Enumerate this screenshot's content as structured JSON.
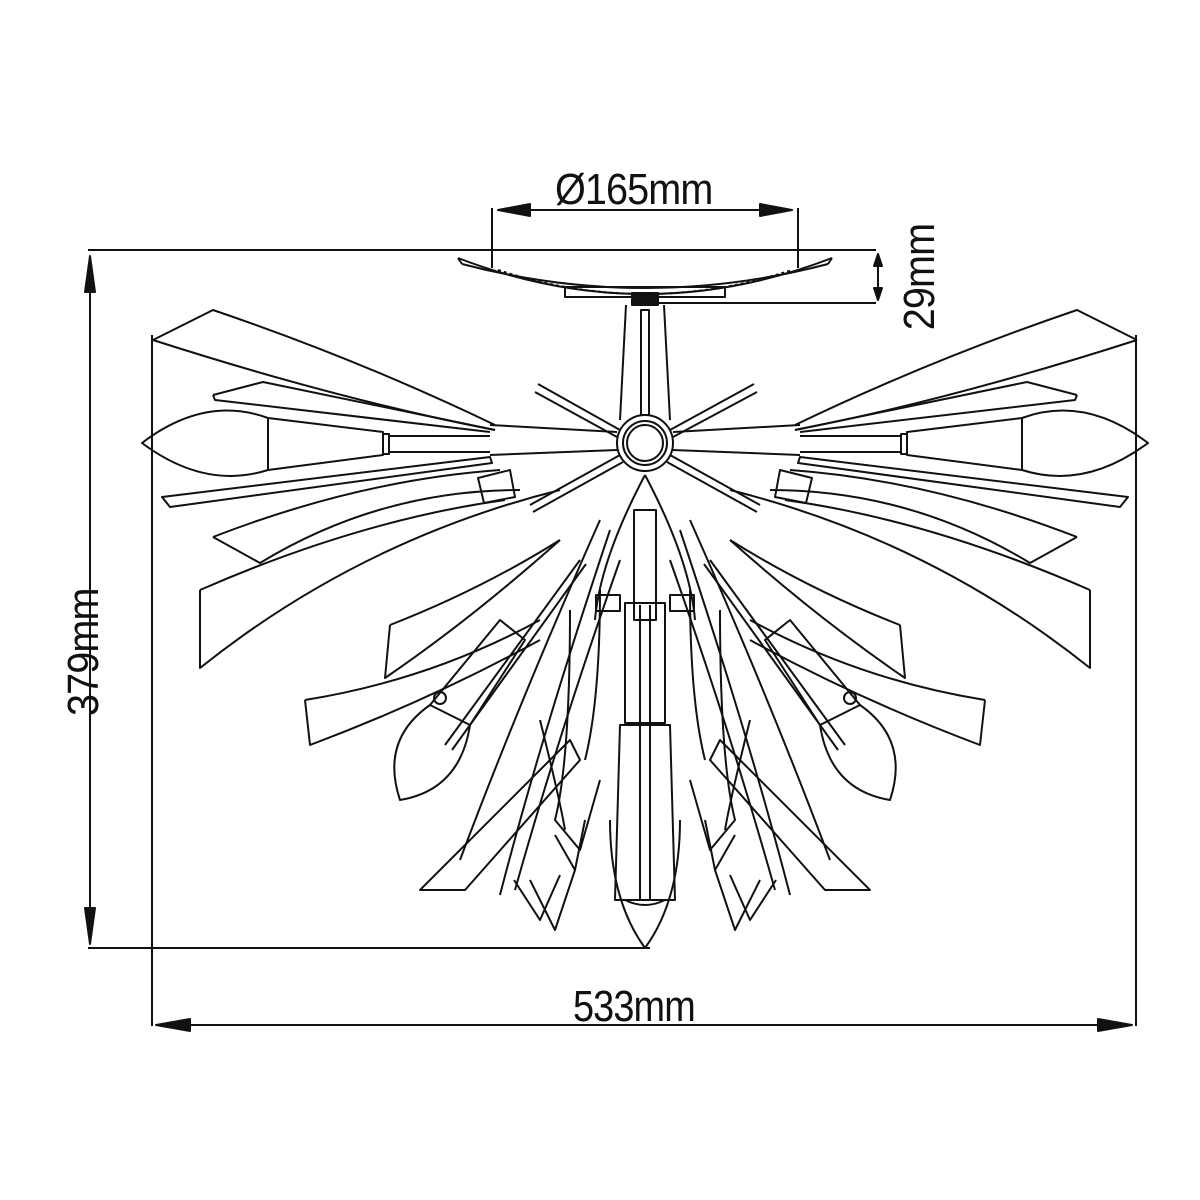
{
  "drawing": {
    "subject": "semi-flush ceiling light with leaf-shaped glass panels",
    "line_color": "#111111",
    "background_color": "#ffffff"
  },
  "dimensions": {
    "canopy_diameter": {
      "value": 165,
      "unit": "mm",
      "label": "Ø165mm"
    },
    "canopy_height": {
      "value": 29,
      "unit": "mm",
      "label": "29mm"
    },
    "overall_height": {
      "value": 379,
      "unit": "mm",
      "label": "379mm"
    },
    "overall_width": {
      "value": 533,
      "unit": "mm",
      "label": "533mm"
    }
  }
}
